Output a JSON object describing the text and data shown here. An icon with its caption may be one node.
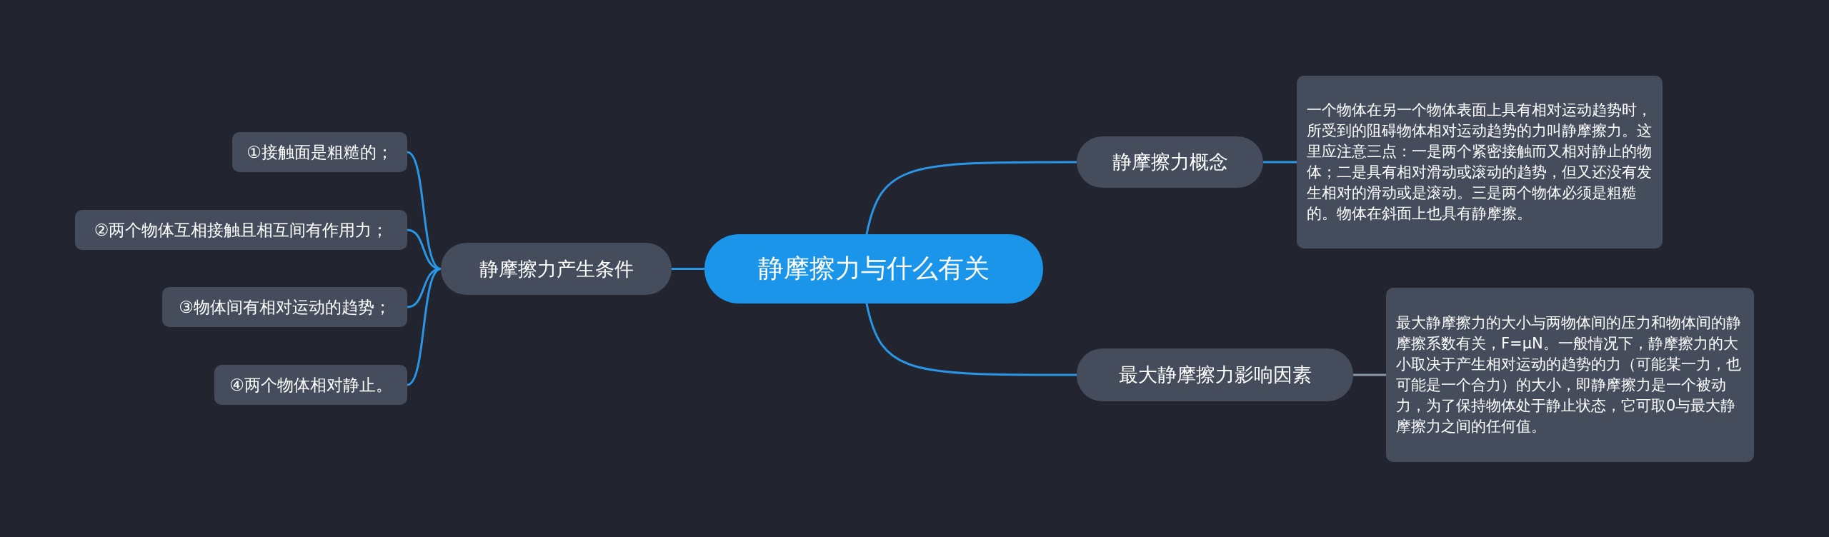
{
  "diagram": {
    "nodes": [
      {
        "text": [
          "静摩擦力与什么有关"
        ]
      },
      {
        "text": [
          "静摩擦力概念"
        ]
      },
      {
        "text": [
          "一个物体在另一个物体表面上具有相对运动趋势时，所受到的阻碍物体相对运动趋势的力叫静摩擦力。这里应注意三点：一是两个紧密接触而又相对静止的物体；二是具有相对滑动或滚动的趋势，但又还没有发生相对的滑动或是滚动。三是两个物体必须是粗糙的。物体在斜面上也具有静摩擦。"
        ]
      },
      {
        "text": [
          "最大静摩擦力影响因素"
        ]
      },
      {
        "text": [
          "最大静摩擦力的大小与两物体间的压力和物体间的静摩擦系数有关，F=μN。一般情况下，静摩擦力的大小取决于产生相对运动的趋势的力（可能某一力，也可能是一个合力）的大小，即静摩擦力是一个被动力，为了保持物体处于静止状态，它可取0与最大静摩擦力之间的任何值。"
        ]
      },
      {
        "text": [
          "静摩擦力产生条件"
        ]
      },
      {
        "text": [
          "①接触面是粗糙的；"
        ]
      },
      {
        "text": [
          "②两个物体互相接触且相互间有作用力；"
        ]
      },
      {
        "text": [
          "③物体间有相对运动的趋势；"
        ]
      },
      {
        "text": [
          "④两个物体相对静止。"
        ]
      }
    ],
    "edges": [
      {
        "from": 0,
        "to": 1,
        "arrow": "none"
      },
      {
        "from": 1,
        "to": 2,
        "arrow": "none"
      },
      {
        "from": 0,
        "to": 3,
        "arrow": "none"
      },
      {
        "from": 3,
        "to": 4,
        "arrow": "none",
        "color": "#8a97a8"
      },
      {
        "from": 0,
        "to": 5,
        "arrow": "none"
      },
      {
        "from": 5,
        "to": 6,
        "arrow": "none"
      },
      {
        "from": 5,
        "to": 7,
        "arrow": "none"
      },
      {
        "from": 5,
        "to": 8,
        "arrow": "none"
      },
      {
        "from": 5,
        "to": 9,
        "arrow": "none"
      }
    ]
  }
}
